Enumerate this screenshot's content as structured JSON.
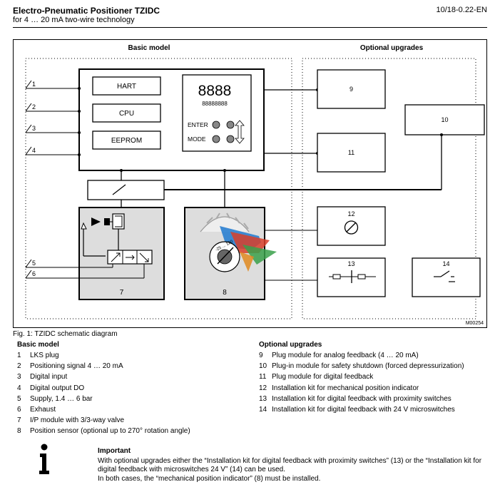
{
  "header": {
    "title": "Electro-Pneumatic Positioner TZIDC",
    "subtitle": "for 4 … 20 mA two-wire technology",
    "doc_code": "10/18-0.22-EN"
  },
  "diagram": {
    "section_basic": "Basic model",
    "section_optional": "Optional upgrades",
    "module_hart": "HART",
    "module_cpu": "CPU",
    "module_eeprom": "EEPROM",
    "display_digits": "8888",
    "display_segments": "88888888",
    "enter_label": "ENTER",
    "mode_label": "MODE",
    "terminals": [
      "1",
      "2",
      "3",
      "4",
      "5",
      "6"
    ],
    "box_numbers": {
      "b7": "7",
      "b8": "8",
      "b9": "9",
      "b10": "10",
      "b11": "11",
      "b12": "12",
      "b13": "13",
      "b14": "14"
    },
    "sensor_scale": "-25 ... 120",
    "figure_code": "M00254"
  },
  "caption": "Fig. 1: TZIDC schematic diagram",
  "legend_basic": {
    "heading": "Basic model",
    "items": [
      {
        "num": "1",
        "text": "LKS plug"
      },
      {
        "num": "2",
        "text": "Positioning signal 4 … 20 mA"
      },
      {
        "num": "3",
        "text": "Digital input"
      },
      {
        "num": "4",
        "text": "Digital output DO"
      },
      {
        "num": "5",
        "text": "Supply, 1.4 … 6 bar"
      },
      {
        "num": "6",
        "text": "Exhaust"
      },
      {
        "num": "7",
        "text": "I/P module with 3/3-way valve"
      },
      {
        "num": "8",
        "text": "Position sensor (optional up to 270° rotation angle)"
      }
    ]
  },
  "legend_optional": {
    "heading": "Optional upgrades",
    "items": [
      {
        "num": "9",
        "text": "Plug module for analog feedback (4 … 20 mA)"
      },
      {
        "num": "10",
        "text": "Plug-in module for safety shutdown (forced depressurization)"
      },
      {
        "num": "11",
        "text": "Plug module for digital feedback"
      },
      {
        "num": "12",
        "text": "Installation kit for mechanical position indicator"
      },
      {
        "num": "13",
        "text": "Installation kit for digital feedback with proximity switches"
      },
      {
        "num": "14",
        "text": "Installation kit for digital feedback with 24 V microswitches"
      }
    ]
  },
  "important": {
    "title": "Important",
    "line1": "With optional upgrades either the “Installation kit for digital feedback with proximity switches” (13) or the “Installation kit for digital feedback with microswitches 24 V” (14) can be used.",
    "line2": "In both cases, the “mechanical position indicator” (8) must be installed."
  }
}
